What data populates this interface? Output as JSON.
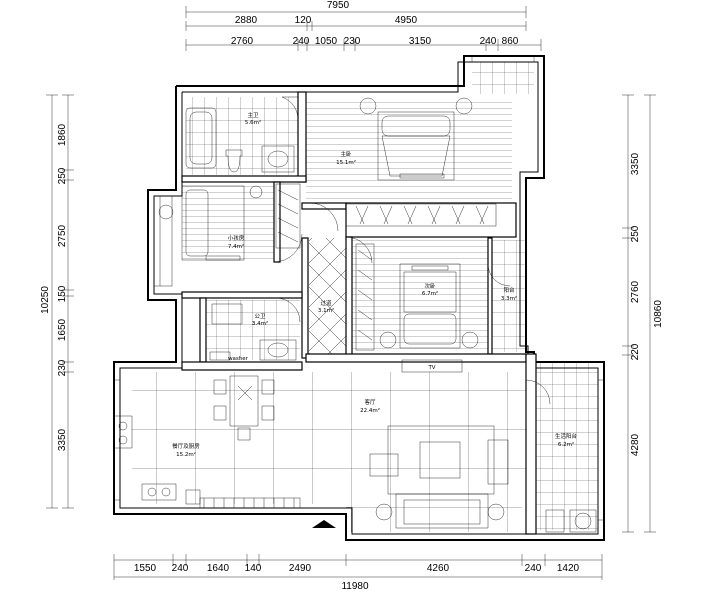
{
  "dimensions": {
    "top_total": "7950",
    "top_row1": [
      "2880",
      "120",
      "4950"
    ],
    "top_row2": [
      "2760",
      "240",
      "1050",
      "230",
      "3150",
      "240",
      "860"
    ],
    "bottom_row": [
      "1550",
      "240",
      "1640",
      "140",
      "2490",
      "4260",
      "240",
      "1420"
    ],
    "bottom_total": "11980",
    "left_total": "10250",
    "left_segments": [
      "1860",
      "250",
      "2750",
      "150",
      "1650",
      "230",
      "3350"
    ],
    "right_total": "10860",
    "right_segments": [
      "3350",
      "250",
      "2760",
      "220",
      "4280"
    ]
  },
  "rooms": {
    "bath1": {
      "name": "主卫",
      "area": "5.6m²"
    },
    "master": {
      "name": "主卧",
      "area": "15.1m²"
    },
    "child": {
      "name": "小孩房",
      "area": "7.4m²"
    },
    "corridor": {
      "name": "过道",
      "area": "3.1m²"
    },
    "second": {
      "name": "次卧",
      "area": "6.7m²"
    },
    "balcony_s": {
      "name": "阳台",
      "area": "3.3m²"
    },
    "bath2": {
      "name": "公卫",
      "area": "3.4m²"
    },
    "living": {
      "name": "客厅",
      "area": "22.4m²"
    },
    "dining": {
      "name": "餐厅及厨房",
      "area": "15.2m²"
    },
    "balcony_l": {
      "name": "生活阳台",
      "area": "6.2m²"
    }
  },
  "labels": {
    "tv": "TV",
    "washer": "washer"
  }
}
